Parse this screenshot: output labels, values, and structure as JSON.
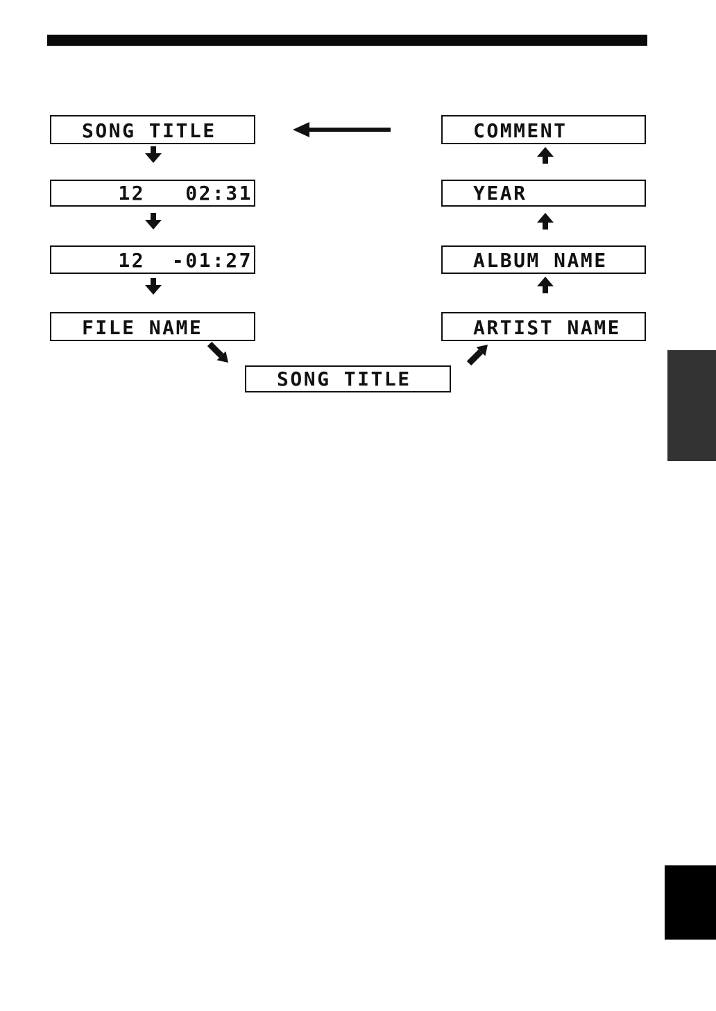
{
  "colors": {
    "ink": "#111111",
    "top_bar": "#0a0a0a",
    "edge_tab_upper": "#323232",
    "edge_tab_lower": "#000000"
  },
  "display_cycle": {
    "left_column": [
      {
        "label": "SONG TITLE"
      },
      {
        "label": "12   02:31"
      },
      {
        "label": "12  -01:27"
      },
      {
        "label": "FILE NAME"
      }
    ],
    "right_column": [
      {
        "label": "COMMENT"
      },
      {
        "label": "YEAR"
      },
      {
        "label": "ALBUM NAME"
      },
      {
        "label": "ARTIST NAME"
      }
    ],
    "center": {
      "label": "SONG TITLE"
    }
  }
}
